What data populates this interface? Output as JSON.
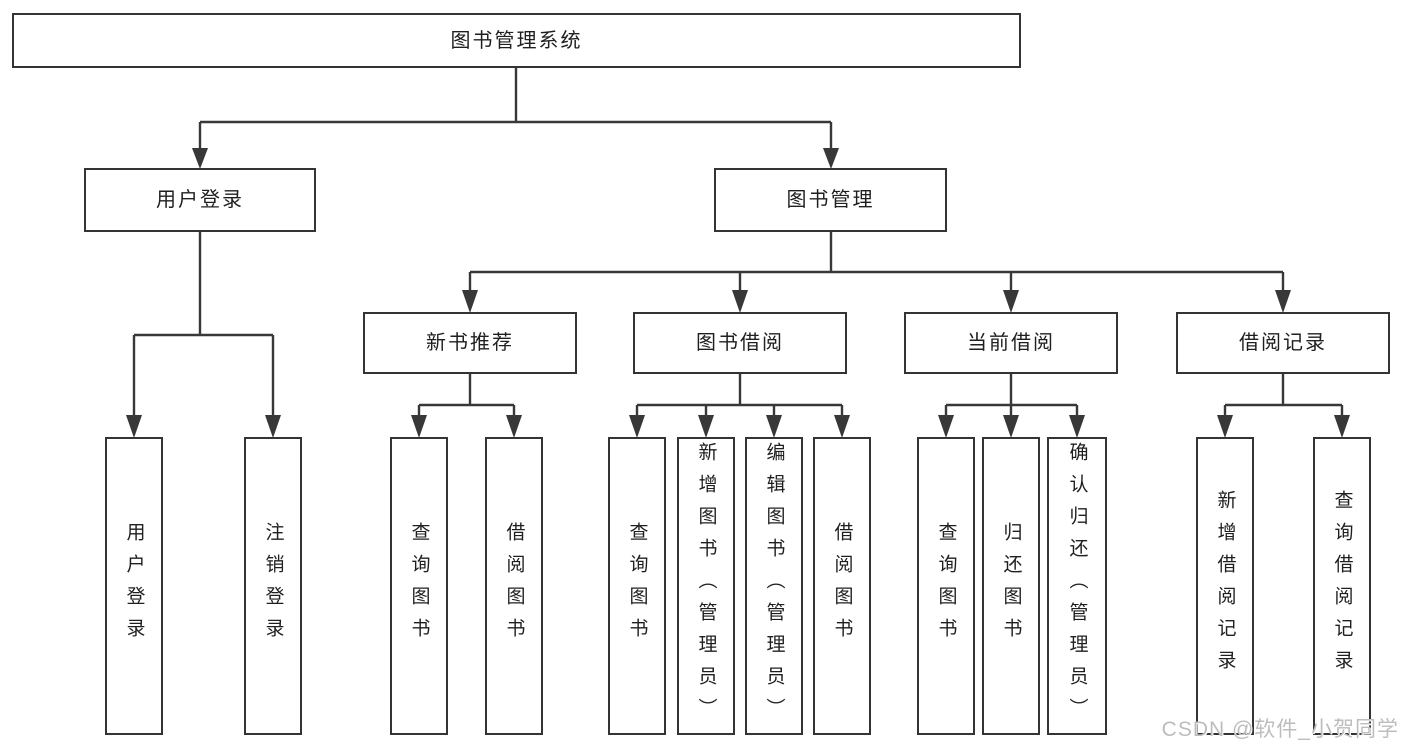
{
  "diagram": {
    "root": "图书管理系统",
    "level2": {
      "user_login": "用户登录",
      "book_mgmt": "图书管理"
    },
    "level3": {
      "new_books": "新书推荐",
      "book_borrow": "图书借阅",
      "current_borrow": "当前借阅",
      "borrow_records": "借阅记录"
    },
    "leaves": {
      "user": [
        "用户登录",
        "注销登录"
      ],
      "new_books": [
        "查询图书",
        "借阅图书"
      ],
      "book_borrow": [
        "查询图书",
        "新增图书（管理员）",
        "编辑图书（管理员）",
        "借阅图书"
      ],
      "current_borrow": [
        "查询图书",
        "归还图书",
        "确认归还（管理员）"
      ],
      "borrow_records": [
        "新增借阅记录",
        "查询借阅记录"
      ]
    },
    "colors": {
      "line": "#383838",
      "box_border": "#343434",
      "text": "#1f1f1f",
      "watermark": "#bdbdbd",
      "background": "#ffffff"
    }
  },
  "watermark": "CSDN @软件_小贺同学"
}
